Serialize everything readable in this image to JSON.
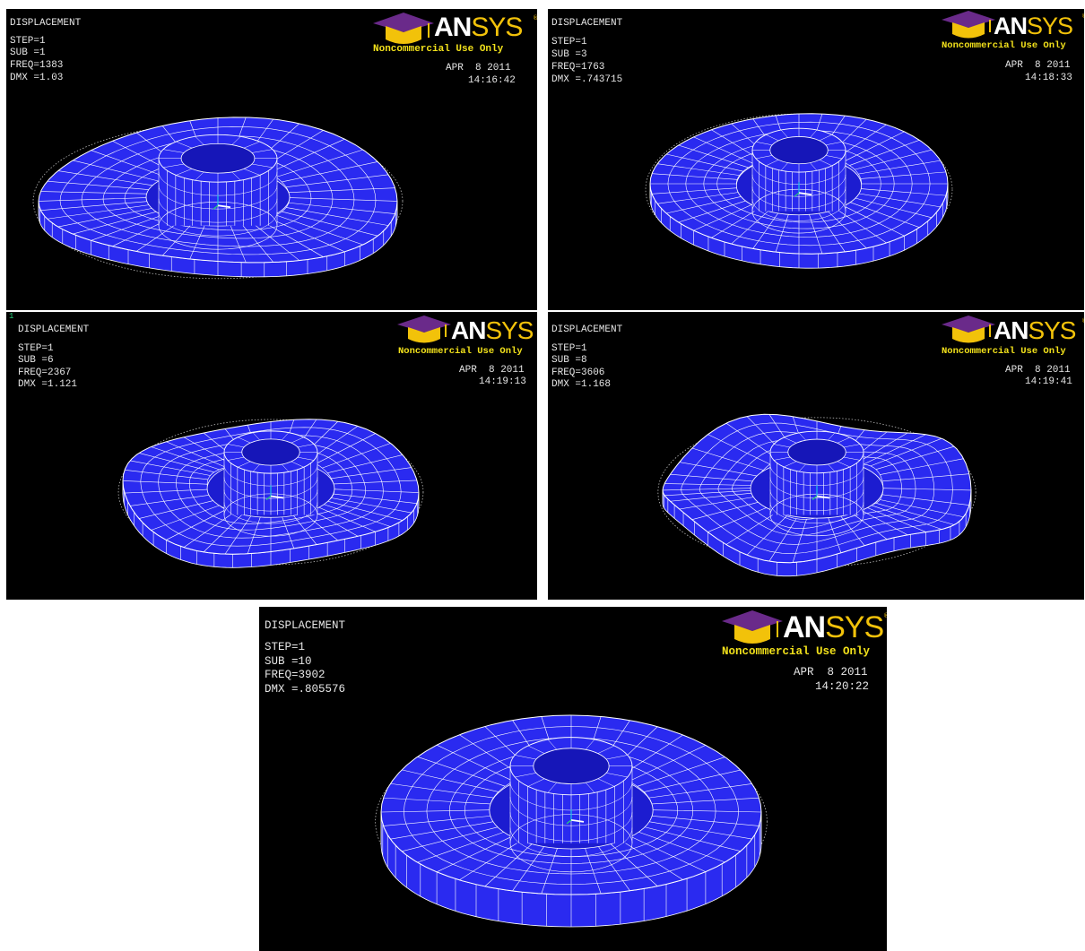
{
  "panels": [
    {
      "label": "DISPLACEMENT",
      "step": "STEP=1",
      "sub": "SUB =1",
      "freq": "FREQ=1383",
      "dmx": "DMX =1.03",
      "date": "APR  8 2011",
      "time": "14:16:42"
    },
    {
      "label": "DISPLACEMENT",
      "step": "STEP=1",
      "sub": "SUB =3",
      "freq": "FREQ=1763",
      "dmx": "DMX =.743715",
      "date": "APR  8 2011",
      "time": "14:18:33"
    },
    {
      "label": "DISPLACEMENT",
      "step": "STEP=1",
      "sub": "SUB =6",
      "freq": "FREQ=2367",
      "dmx": "DMX =1.121",
      "date": "APR  8 2011",
      "time": "14:19:13",
      "window_number": "1"
    },
    {
      "label": "DISPLACEMENT",
      "step": "STEP=1",
      "sub": "SUB =8",
      "freq": "FREQ=3606",
      "dmx": "DMX =1.168",
      "date": "APR  8 2011",
      "time": "14:19:41"
    },
    {
      "label": "DISPLACEMENT",
      "step": "STEP=1",
      "sub": "SUB =10",
      "freq": "FREQ=3902",
      "dmx": "DMX =.805576",
      "date": "APR  8 2011",
      "time": "14:20:22"
    }
  ],
  "logo": {
    "an": "AN",
    "sys": "SYS",
    "reg": "®",
    "tagline": "Noncommercial Use Only"
  },
  "colors": {
    "background": "#000000",
    "mesh_fill": "#2a2af0",
    "mesh_line": "#ffffff",
    "logo_text": "#f2e11b",
    "logo_cap": "#6a2a8a"
  },
  "icons": {
    "logo_cap": "graduation-cap-icon",
    "triad": "axis-triad-icon"
  }
}
